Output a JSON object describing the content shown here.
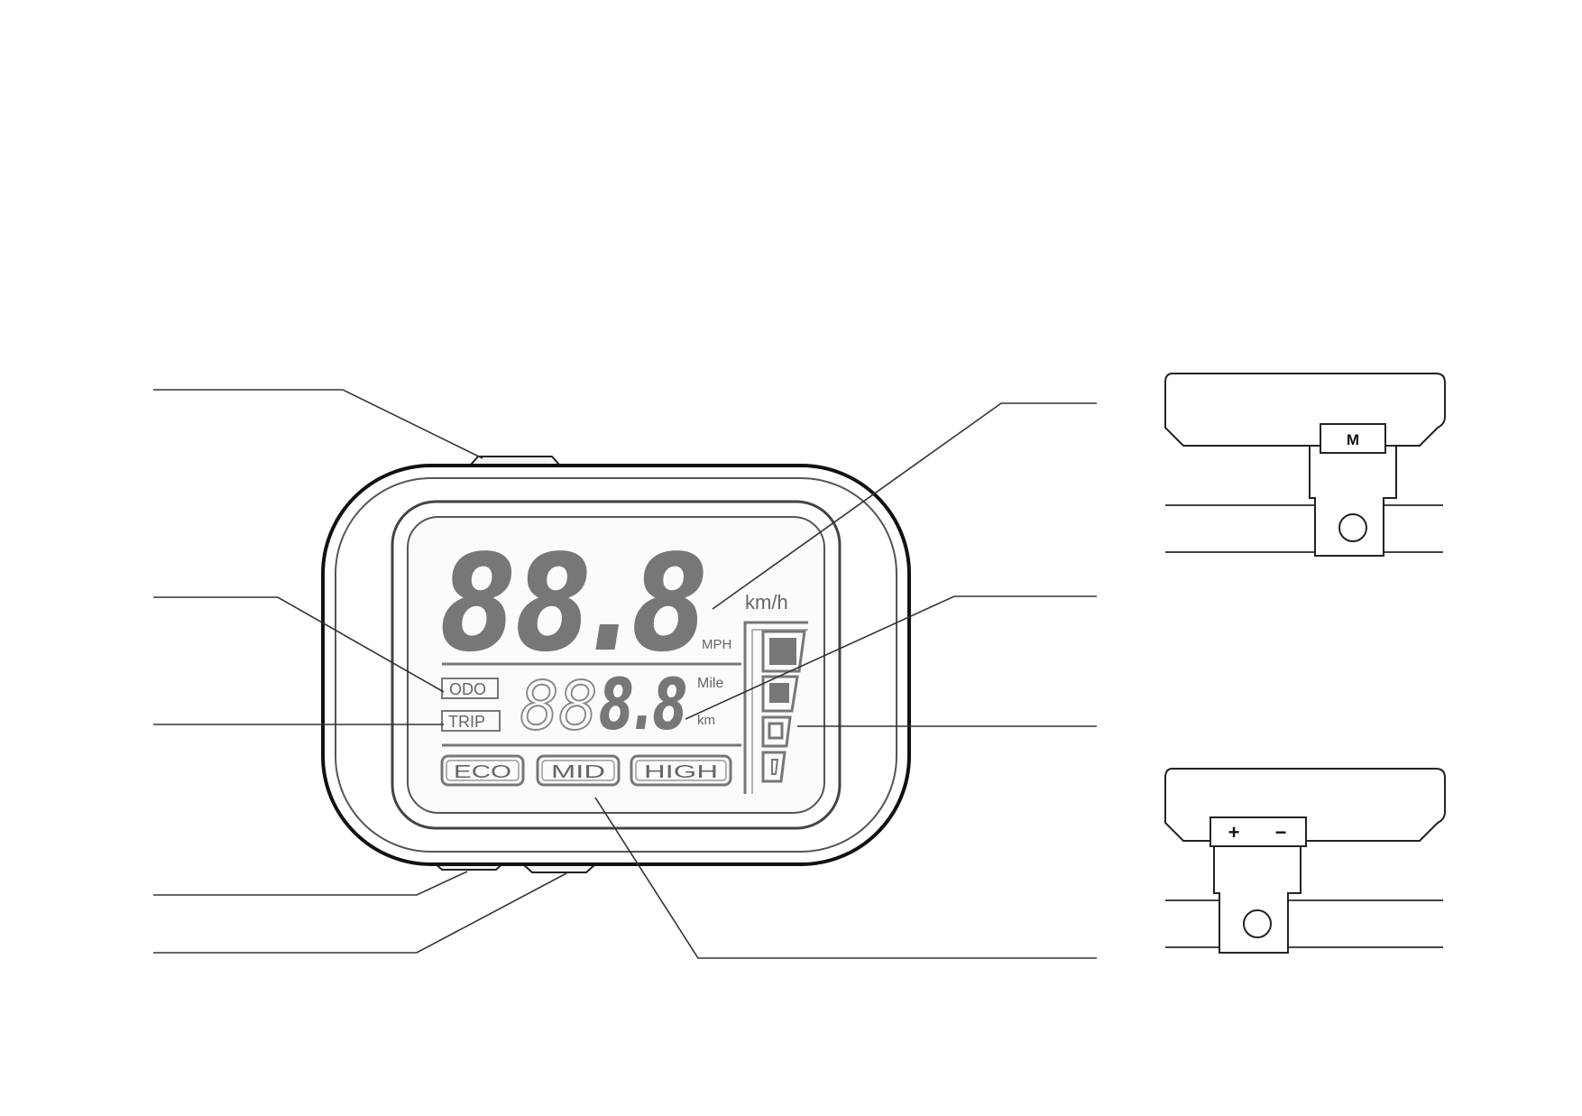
{
  "display": {
    "speed_digits": "88.8",
    "speed_unit_primary": "km/h",
    "speed_unit_secondary": "MPH",
    "odo_label": "ODO",
    "trip_label": "TRIP",
    "distance_ghost_digits": "88",
    "distance_digits": "8.8",
    "distance_unit_mile": "Mile",
    "distance_unit_km": "km",
    "modes": [
      "ECO",
      "MID",
      "HIGH"
    ],
    "battery_levels": 4
  },
  "side_views": {
    "top_button_label": "M",
    "bottom_plus_label": "+",
    "bottom_minus_label": "−"
  },
  "colors": {
    "outline": "#222222",
    "lcd_gray": "#777777",
    "leader_line": "#333333"
  }
}
